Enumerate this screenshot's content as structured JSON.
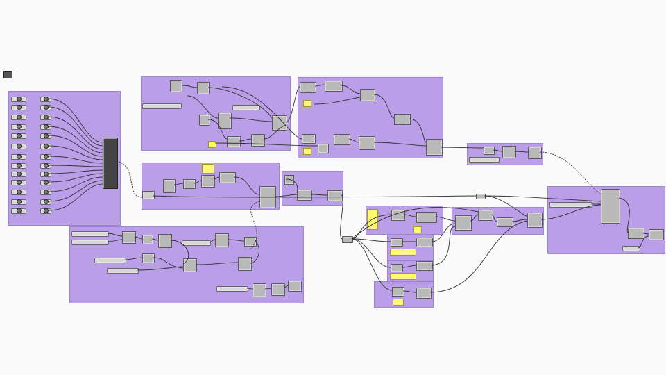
{
  "canvas": {
    "background": "#fafafa",
    "group_color": "#b79ae6",
    "component_color": "#b9b9b9",
    "panel_color": "#fff96a",
    "wire_color": "#333333"
  },
  "logo": {
    "icon": "grasshopper-logo-icon"
  },
  "groups": [
    {
      "id": "g-left-inputs",
      "label": ""
    },
    {
      "id": "g-top-center",
      "label": ""
    },
    {
      "id": "g-top-right",
      "label": ""
    },
    {
      "id": "g-mid-center",
      "label": ""
    },
    {
      "id": "g-small-mid",
      "label": ""
    },
    {
      "id": "g-bottom-left",
      "label": ""
    },
    {
      "id": "g-right-small",
      "label": ""
    },
    {
      "id": "g-right-output",
      "label": ""
    },
    {
      "id": "g-center-right",
      "label": ""
    },
    {
      "id": "g-col-a",
      "label": ""
    },
    {
      "id": "g-col-b",
      "label": ""
    },
    {
      "id": "g-col-c",
      "label": ""
    },
    {
      "id": "g-col-d",
      "label": ""
    }
  ]
}
